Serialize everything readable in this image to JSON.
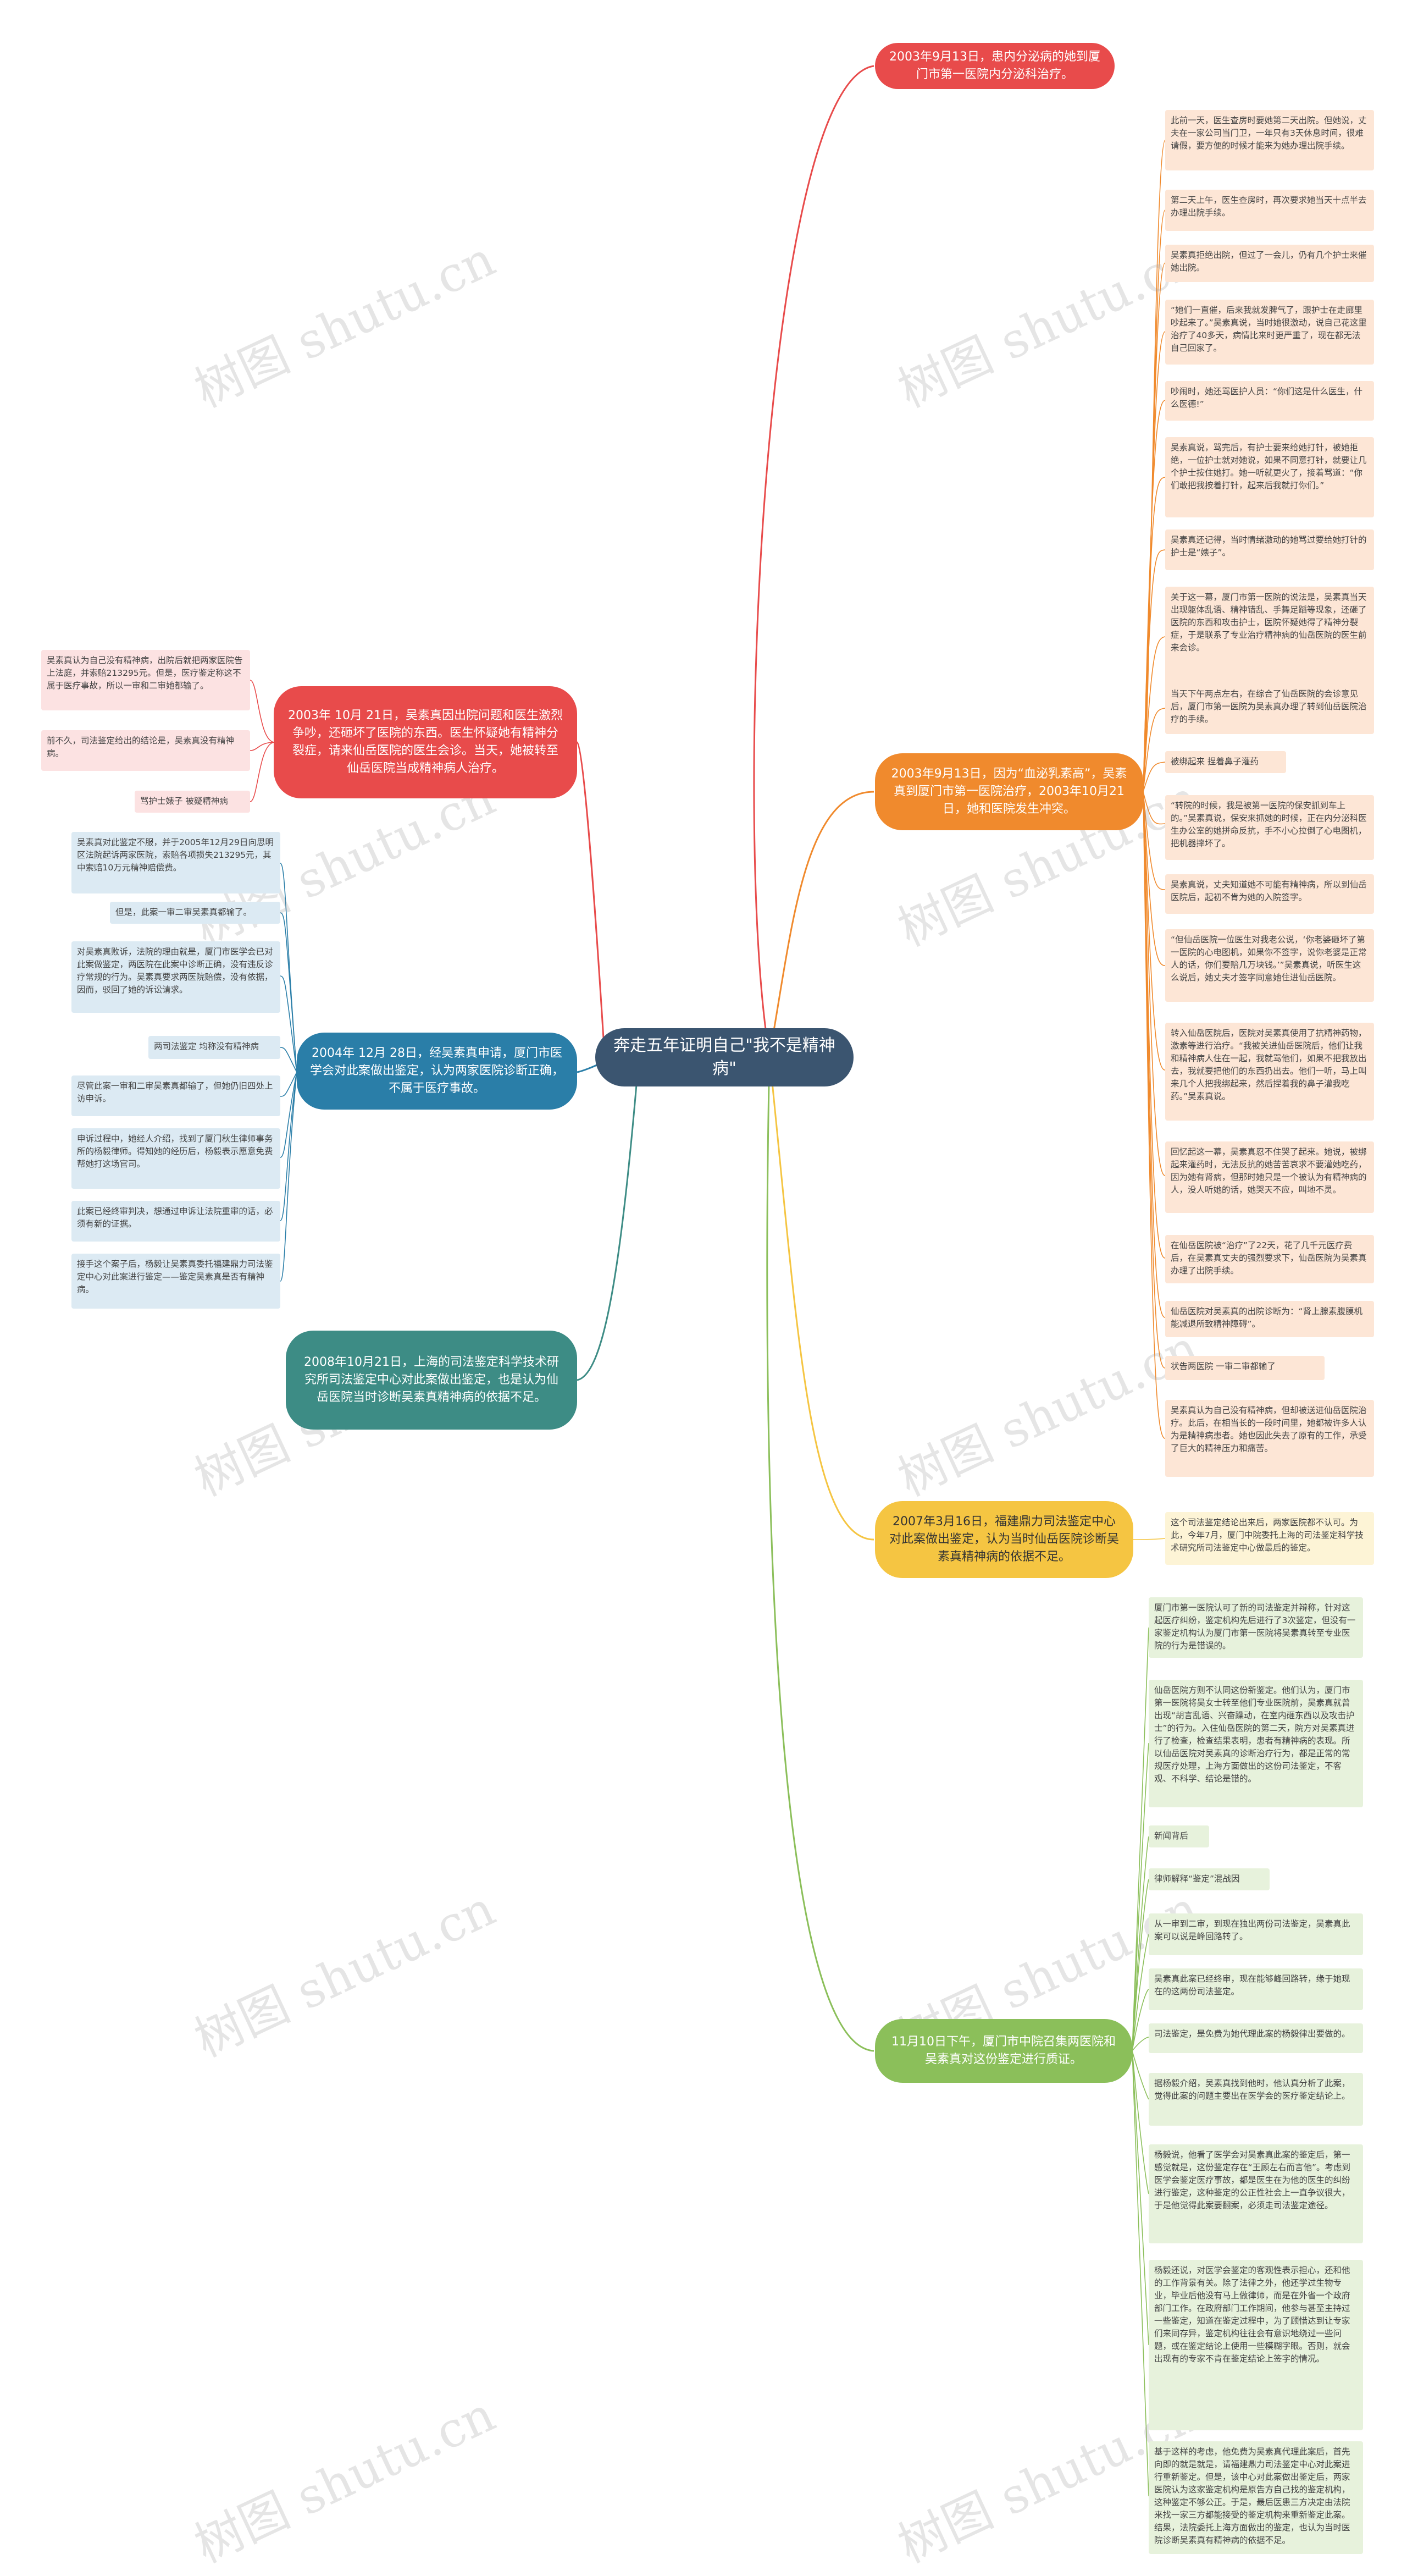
{
  "watermark": "树图 shutu.cn",
  "center": "奔走五年证明自己\"我不是精神病\"",
  "colors": {
    "red": "#e84b4b",
    "orange": "#f08a2d",
    "yellow": "#f5c542",
    "green": "#8bbf5a",
    "blue": "#2a7ea8",
    "teal": "#3d8c85",
    "center": "#3b5570"
  },
  "branches": {
    "r1": "2003年9月13日，患内分泌病的她到厦门市第一医院内分泌科治疗。",
    "r2": "2003年9月13日，因为“血泌乳素高”，吴素真到厦门市第一医院治疗，2003年10月21日，她和医院发生冲突。",
    "r3": "2007年3月16日，福建鼎力司法鉴定中心对此案做出鉴定，认为当时仙岳医院诊断吴素真精神病的依据不足。",
    "r4": "11月10日下午，厦门市中院召集两医院和吴素真对这份鉴定进行质证。",
    "l1": "2003年 10月 21日，吴素真因出院问题和医生激烈争吵，还砸坏了医院的东西。医生怀疑她有精神分裂症，请来仙岳医院的医生会诊。当天，她被转至仙岳医院当成精神病人治疗。",
    "l2": "2004年 12月 28日，经吴素真申请，厦门市医学会对此案做出鉴定，认为两家医院诊断正确，不属于医疗事故。",
    "l3": "2008年10月21日，上海的司法鉴定科学技术研究所司法鉴定中心对此案做出鉴定，也是认为仙岳医院当时诊断吴素真精神病的依据不足。"
  },
  "leaves": {
    "r2": [
      "此前一天，医生查房时要她第二天出院。但她说，丈夫在一家公司当门卫，一年只有3天休息时间，很难请假，要方便的时候才能来为她办理出院手续。",
      "第二天上午，医生查房时，再次要求她当天十点半去办理出院手续。",
      "吴素真拒绝出院，但过了一会儿，仍有几个护士来催她出院。",
      "“她们一直催，后来我就发脾气了，跟护士在走廊里吵起来了。”吴素真说，当时她很激动，说自己花这里治疗了40多天，病情比来时更严重了，现在都无法自己回家了。",
      "吵闹时，她还骂医护人员：“你们这是什么医生，什么医德!”",
      "吴素真说，骂完后，有护士要来给她打针，被她拒绝，一位护士就对她说，如果不同意打针，就要让几个护士按住她打。她一听就更火了，接着骂道：“你们敢把我按着打针，起来后我就打你们。”",
      "吴素真还记得，当时情绪激动的她骂过要给她打针的护士是“婊子”。",
      "关于这一幕，厦门市第一医院的说法是，吴素真当天出现躯体乱语、精神错乱、手舞足蹈等现象，还砸了医院的东西和攻击护士，医院怀疑她得了精神分裂症，于是联系了专业治疗精神病的仙岳医院的医生前来会诊。",
      "当天下午两点左右，在综合了仙岳医院的会诊意见后，厦门市第一医院为吴素真办理了转到仙岳医院治疗的手续。",
      "被绑起来 捏着鼻子灌药",
      "“转院的时候，我是被第一医院的保安抓到车上的。”吴素真说，保安来抓她的时候，正在内分泌科医生办公室的她拼命反抗，手不小心拉倒了心电图机，把机器摔坏了。",
      "吴素真说，丈夫知道她不可能有精神病，所以到仙岳医院后，起初不肯为她的入院签字。",
      "“但仙岳医院一位医生对我老公说，‘你老婆砸坏了第一医院的心电图机，如果你不签字，说你老婆是正常人的话，你们要赔几万块钱。’”吴素真说，听医生这么说后，她丈夫才签字同意她住进仙岳医院。",
      "转入仙岳医院后，医院对吴素真使用了抗精神药物，激素等进行治疗。“我被关进仙岳医院后，他们让我和精神病人住在一起，我就骂他们，如果不把我放出去，我就要把他们的东西扔出去。他们一听，马上叫来几个人把我绑起来，然后捏着我的鼻子灌我吃药。”吴素真说。",
      "回忆起这一幕，吴素真忍不住哭了起来。她说，被绑起来灌药时，无法反抗的她苦苦哀求不要灌她吃药，因为她有肾病，但那时她只是一个被认为有精神病的人，没人听她的话，她哭天不应，叫地不灵。",
      "在仙岳医院被“治疗”了22天，花了几千元医疗费后，在吴素真丈夫的强烈要求下，仙岳医院为吴素真办理了出院手续。",
      "仙岳医院对吴素真的出院诊断为：“肾上腺素腹膜机能减退所致精神障碍”。",
      "状告两医院 一审二审都输了",
      "吴素真认为自己没有精神病，但却被送进仙岳医院治疗。此后，在相当长的一段时间里，她都被许多人认为是精神病患者。她也因此失去了原有的工作，承受了巨大的精神压力和痛苦。"
    ],
    "r3": [
      "这个司法鉴定结论出来后，两家医院都不认可。为此，今年7月，厦门中院委托上海的司法鉴定科学技术研究所司法鉴定中心做最后的鉴定。"
    ],
    "r4": [
      "厦门市第一医院认可了新的司法鉴定并辩称，针对这起医疗纠纷，鉴定机构先后进行了3次鉴定，但没有一家鉴定机构认为厦门市第一医院将吴素真转至专业医院的行为是错误的。",
      "仙岳医院方则不认同这份新鉴定。他们认为，厦门市第一医院将吴女士转至他们专业医院前，吴素真就曾出现“胡言乱语、兴奋躁动，在室内砸东西以及攻击护士”的行为。入住仙岳医院的第二天，院方对吴素真进行了检查，检查结果表明，患者有精神病的表现。所以仙岳医院对吴素真的诊断治疗行为，都是正常的常规医疗处理，上海方面做出的这份司法鉴定，不客观、不科学、结论是错的。",
      "新闻背后",
      "律师解释“鉴定”混战因",
      "从一审到二审，到现在独出两份司法鉴定，吴素真此案可以说是峰回路转了。",
      "吴素真此案已经终审，现在能够峰回路转，缘于她现在的这两份司法鉴定。",
      "司法鉴定，是免费为她代理此案的杨毅律出要做的。",
      "据杨毅介绍，吴素真找到他时，他认真分析了此案，觉得此案的问题主要出在医学会的医疗鉴定结论上。",
      "杨毅说，他看了医学会对吴素真此案的鉴定后，第一感觉就是，这份鉴定存在“王顾左右而言他”。考虑到医学会鉴定医疗事故，都是医生在为他的医生的纠纷进行鉴定，这种鉴定的公正性社会上一直争议很大，于是他觉得此案要翻案，必须走司法鉴定途径。",
      "杨毅还说，对医学会鉴定的客观性表示担心，还和他的工作背景有关。除了法律之外，他还学过生物专业，毕业后他没有马上做律师，而是在外省一个政府部门工作。在政府部门工作期间，他参与甚至主持过一些鉴定，知道在鉴定过程中，为了顾惜达到让专家们来同存异，鉴定机构往往会有意识地绕过一些问题，或在鉴定结论上使用一些模糊字眼。否则，就会出现有的专家不肯在鉴定结论上签字的情况。",
      "基于这样的考虑，他免费为吴素真代理此案后，首先向即的就是就是，请福建鼎力司法鉴定中心对此案进行重新鉴定。但是，该中心对此案做出鉴定后，两家医院认为这家鉴定机构是原告方自己找的鉴定机构，这种鉴定不够公正。于是，最后医患三方决定由法院来找一家三方都能接受的鉴定机构来重新鉴定此案。结果，法院委托上海方面做出的鉴定，也认为当时医院诊断吴素真有精神病的依据不足。"
    ],
    "l1": [
      "吴素真认为自己没有精神病，出院后就把两家医院告上法庭，并索赔213295元。但是，医疗鉴定称这不属于医疗事故，所以一审和二审她都输了。",
      "前不久，司法鉴定给出的结论是，吴素真没有精神病。",
      "骂护士婊子 被疑精神病"
    ],
    "l2": [
      "吴素真对此鉴定不服，并于2005年12月29日向思明区法院起诉两家医院，索赔各项损失213295元，其中索赔10万元精神赔偿费。",
      "但是，此案一审二审吴素真都输了。",
      "对吴素真败诉，法院的理由就是，厦门市医学会已对此案做鉴定，两医院在此案中诊断正确，没有违反诊疗常规的行为。吴素真要求两医院赔偿，没有依据，因而，驳回了她的诉讼请求。",
      "两司法鉴定 均称没有精神病",
      "尽管此案一审和二审吴素真都输了，但她仍旧四处上访申诉。",
      "申诉过程中，她经人介绍，找到了厦门秋生律师事务所的杨毅律师。得知她的经历后，杨毅表示愿意免费帮她打这场官司。",
      "此案已经终审判决，想通过申诉让法院重审的话，必须有新的证据。",
      "接手这个案子后，杨毅让吴素真委托福建鼎力司法鉴定中心对此案进行鉴定——鉴定吴素真是否有精神病。"
    ]
  }
}
